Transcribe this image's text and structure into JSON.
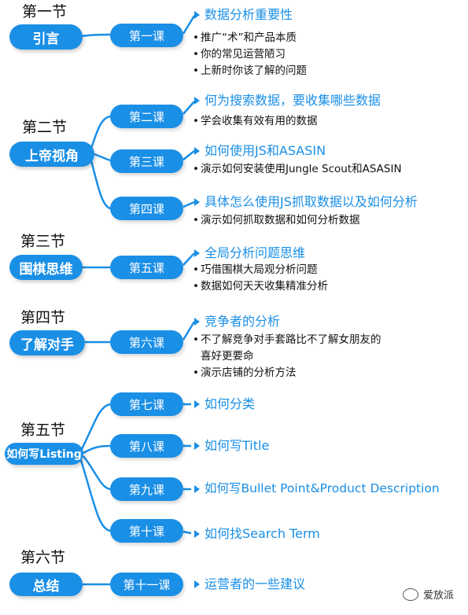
{
  "sections": [
    {
      "title": "第一节",
      "name": "引言",
      "lessons": [
        {
          "label": "第一课",
          "topic": "数据分析重要性",
          "bullets": [
            "推广“术”和产品本质",
            "你的常见运营陋习",
            "上新时你该了解的问题"
          ]
        }
      ]
    },
    {
      "title": "第二节",
      "name": "上帝视角",
      "lessons": [
        {
          "label": "第二课",
          "topic": "何为搜索数据，要收集哪些数据",
          "bullets": [
            "学会收集有效有用的数据"
          ]
        },
        {
          "label": "第三课",
          "topic": "如何使用JS和ASASIN",
          "bullets": [
            "演示如何安装使用Jungle Scout和ASASIN"
          ]
        },
        {
          "label": "第四课",
          "topic": "具体怎么使用JS抓取数据以及如何分析",
          "bullets": [
            "演示如何抓取数据和如何分析数据"
          ]
        }
      ]
    },
    {
      "title": "第三节",
      "name": "围棋思维",
      "lessons": [
        {
          "label": "第五课",
          "topic": "全局分析问题思维",
          "bullets": [
            "巧借围棋大局观分析问题",
            "数据如何天天收集精准分析"
          ]
        }
      ]
    },
    {
      "title": "第四节",
      "name": "了解对手",
      "lessons": [
        {
          "label": "第六课",
          "topic": "竞争者的分析",
          "bullets": [
            "不了解竞争对手套路比不了解女朋友的",
            "喜好更要命",
            "演示店铺的分析方法"
          ]
        }
      ]
    },
    {
      "title": "第五节",
      "name": "如何写Listing",
      "lessons": [
        {
          "label": "第七课",
          "topic": "如何分类",
          "bullets": []
        },
        {
          "label": "第八课",
          "topic": "如何写Title",
          "bullets": []
        },
        {
          "label": "第九课",
          "topic": "如何写Bullet Point&Product Description",
          "bullets": []
        },
        {
          "label": "第十课",
          "topic": "如何找Search Term",
          "bullets": []
        }
      ]
    },
    {
      "title": "第六节",
      "name": "总结",
      "lessons": [
        {
          "label": "第十一课",
          "topic": "运营者的一些建议",
          "bullets": []
        }
      ]
    }
  ],
  "watermark": {
    "text": "爱放派",
    "icon": "wechat-icon"
  },
  "colors": {
    "accent": "#1a8fe6",
    "text": "#111111"
  }
}
